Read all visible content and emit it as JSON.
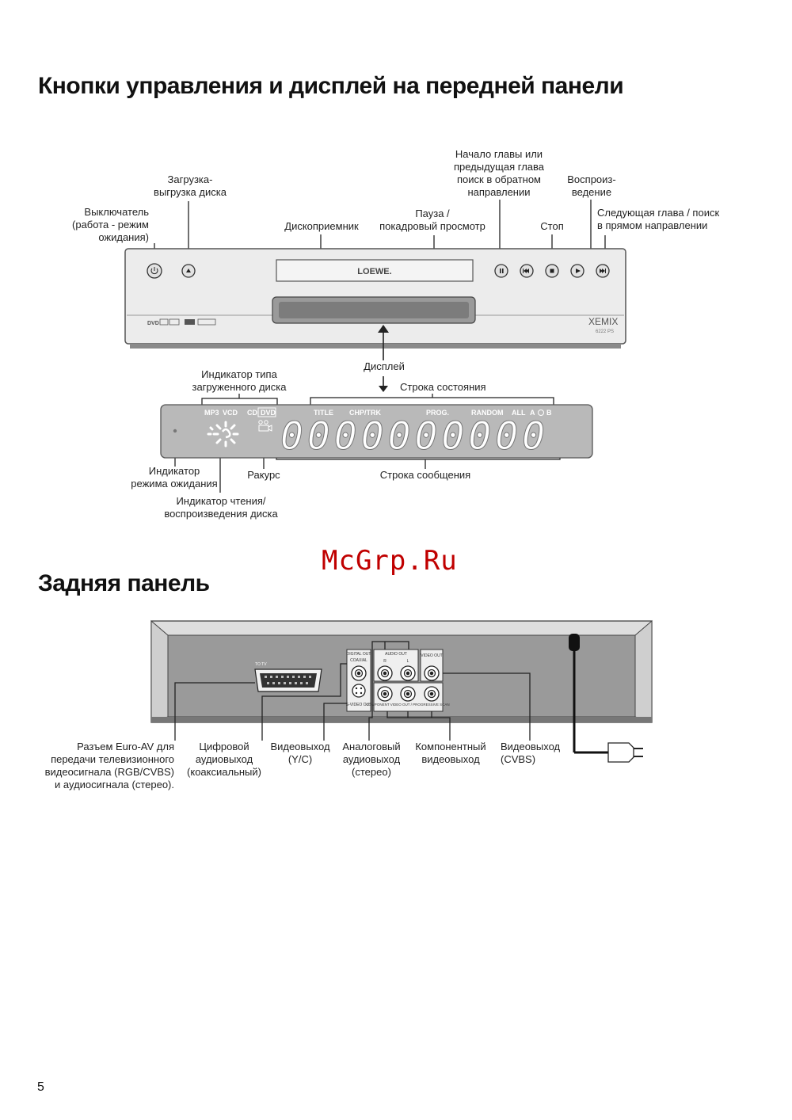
{
  "front_section": {
    "title": "Кнопки управления и дисплей на передней панели",
    "labels": {
      "power": [
        "Выключатель",
        "(работа - режим",
        "ожидания)"
      ],
      "eject": [
        "Загрузка-",
        "выгрузка диска"
      ],
      "tray": "Дископриемник",
      "pause": [
        "Пауза /",
        "покадровый просмотр"
      ],
      "prev": [
        "Начало главы или",
        "предыдущая глава",
        "поиск в обратном",
        "направлении"
      ],
      "stop": "Стоп",
      "play": [
        "Воспроиз-",
        "ведение"
      ],
      "next": [
        "Следующая глава / поиск",
        "в прямом направлении"
      ],
      "display": "Дисплей",
      "disc_type": [
        "Индикатор типа",
        "загруженного диска"
      ],
      "status_row": "Строка состояния",
      "standby_ind": [
        "Индикатор",
        "режима ожидания"
      ],
      "angle": "Ракурс",
      "message_row": "Строка сообщения",
      "read_ind": [
        "Индикатор чтения/",
        "воспроизведения диска"
      ]
    },
    "device": {
      "brand": "LOEWE.",
      "model": "XEMIX",
      "model_sub": "6222 PS"
    },
    "vfd": {
      "disc_types": [
        "MP3",
        "VCD",
        "CD",
        "DVD"
      ],
      "status_items": [
        "TITLE",
        "CHP/TRK",
        "PROG.",
        "RANDOM",
        "ALL",
        "A",
        "B"
      ],
      "digits": "0000000000"
    }
  },
  "rear_section": {
    "title": "Задняя панель",
    "panel": {
      "scart_label": "TO TV",
      "digital_out": "DIGITAL OUT",
      "coaxial": "COAXIAL",
      "audio_out": "AUDIO OUT",
      "r": "R",
      "l": "L",
      "video_out": "VIDEO OUT",
      "svideo_out": "S-VIDEO OUT",
      "component_out": "COMPONENT VIDEO OUT / PROGRESSIVE SCAN"
    },
    "labels": {
      "euro_av": [
        "Разъем Euro-AV для",
        "передачи телевизионного",
        "видеосигнала (RGB/CVBS)",
        "и аудиосигнала (стерео)."
      ],
      "digital_audio": [
        "Цифровой",
        "аудиовыход",
        "(коаксиальный)"
      ],
      "video_yc": [
        "Видеовыход",
        "(Y/C)"
      ],
      "analog_audio": [
        "Аналоговый",
        "аудиовыход",
        "(стерео)"
      ],
      "component": [
        "Компонентный",
        "видеовыход"
      ],
      "video_cvbs": [
        "Видеовыход",
        "(CVBS)"
      ]
    }
  },
  "watermark": "McGrp.Ru",
  "page_number": "5"
}
